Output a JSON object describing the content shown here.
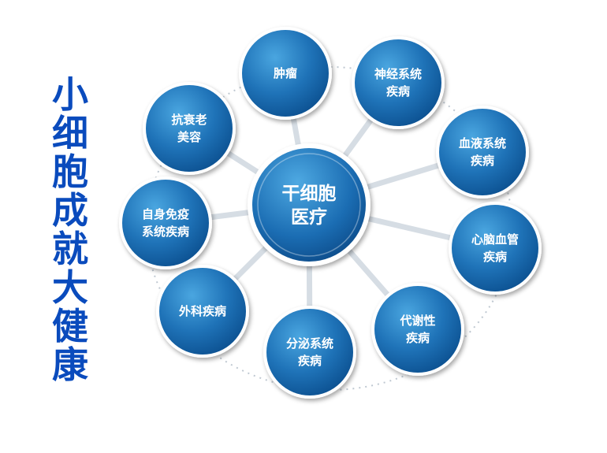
{
  "side_title": [
    "小",
    "细",
    "胞",
    "成",
    "就",
    "大",
    "健",
    "康"
  ],
  "hub": {
    "lines": [
      "干细胞",
      "医疗"
    ]
  },
  "nodes": [
    {
      "id": "tumor",
      "lines": [
        "肿瘤"
      ]
    },
    {
      "id": "nervous",
      "lines": [
        "神经系统",
        "疾病"
      ]
    },
    {
      "id": "blood",
      "lines": [
        "血液系统",
        "疾病"
      ]
    },
    {
      "id": "cardio",
      "lines": [
        "心脑血管",
        "疾病"
      ]
    },
    {
      "id": "metabolic",
      "lines": [
        "代谢性",
        "疾病"
      ]
    },
    {
      "id": "endocrine",
      "lines": [
        "分泌系统",
        "疾病"
      ]
    },
    {
      "id": "surgical",
      "lines": [
        "外科疾病"
      ]
    },
    {
      "id": "autoimmune",
      "lines": [
        "自身免疫",
        "系统疾病"
      ]
    },
    {
      "id": "antiaging",
      "lines": [
        "抗衰老",
        "美容"
      ]
    }
  ],
  "colors": {
    "title": "#0a4bbd",
    "node_dark": "#0b4f8f",
    "node_light": "#3d9ad6",
    "spoke": "#d6dde4",
    "ring": "#bfc8d1"
  }
}
